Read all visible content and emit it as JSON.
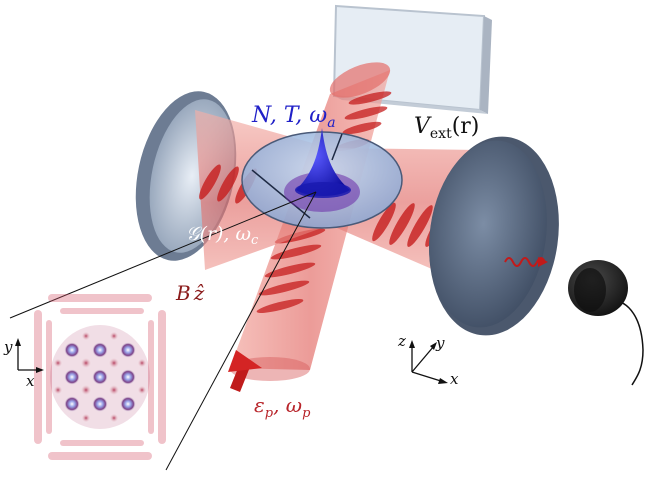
{
  "labels": {
    "atoms": "N, T, ω",
    "atoms_sub": "a",
    "potential": "V",
    "potential_sub": "ext",
    "potential_arg": "(r)",
    "cavity": "𝒢(r), ω",
    "cavity_sub": "c",
    "field": "B",
    "field_dir": "ẑ",
    "pump": "ε",
    "pump_sub": "p",
    "pump_freq": ", ω",
    "pump_freq_sub": "p"
  },
  "axes_main": {
    "x": "x",
    "y": "y",
    "z": "z"
  },
  "axes_inset": {
    "x": "x",
    "y": "y"
  },
  "colors": {
    "beam": "#d63a3a",
    "mirror": "#5f6f86",
    "atom_cloud": "#1414c8",
    "trap_disk": "#9bb7dd",
    "label_red": "#b8242a",
    "label_blue": "#2020c8"
  }
}
